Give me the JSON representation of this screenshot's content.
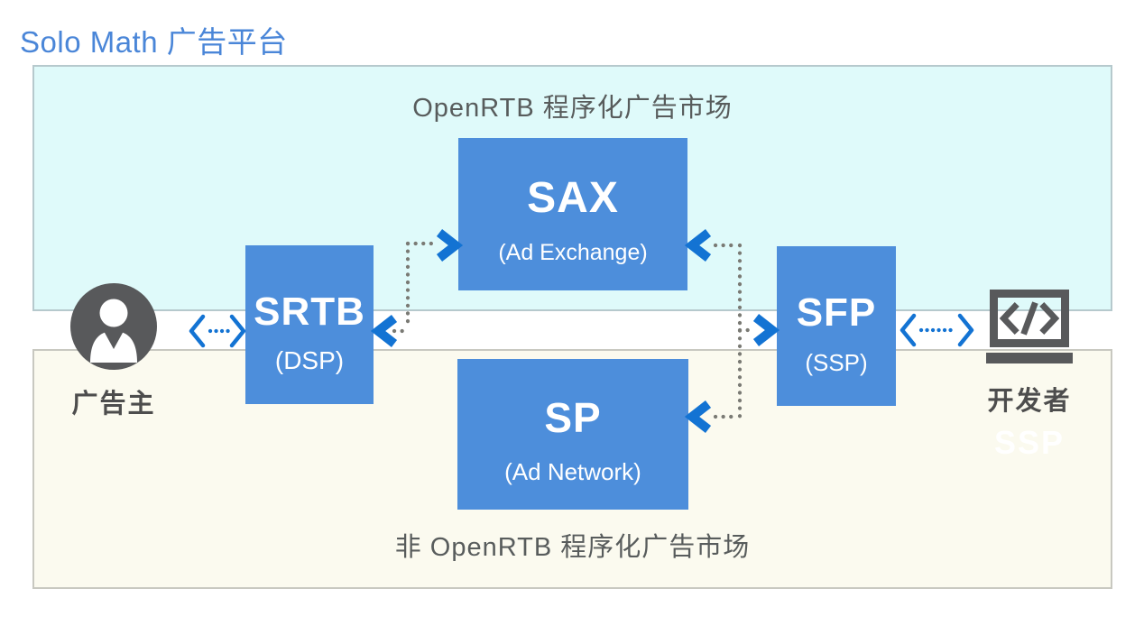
{
  "title": "Solo Math 广告平台",
  "regions": {
    "openrtb": {
      "label": "OpenRTB 程序化广告市场",
      "fill": "#dffafa",
      "border": "#b6c9cd"
    },
    "non_openrtb": {
      "label": "非 OpenRTB 程序化广告市场",
      "fill": "#fbfaef",
      "border": "#c8c8c0"
    }
  },
  "nodes": {
    "sax": {
      "name": "SAX",
      "subtitle": "(Ad Exchange)"
    },
    "srtb": {
      "name": "SRTB",
      "subtitle": "(DSP)"
    },
    "sfp": {
      "name": "SFP",
      "subtitle": "(SSP)"
    },
    "sp": {
      "name": "SP",
      "subtitle": "(Ad Network)"
    }
  },
  "actors": {
    "advertiser": {
      "label": "广告主",
      "icon": "person-icon"
    },
    "developer": {
      "label": "开发者",
      "ghost_label": "SSP",
      "icon": "code-laptop-icon"
    }
  },
  "connectors": [
    {
      "name": "advertiser-srtb",
      "style": "double-headed-dotted",
      "color": "#1373d3"
    },
    {
      "name": "srtb-sax",
      "style": "elbow-dotted-two-way",
      "dot_color": "#7a7a74",
      "arrow_color": "#1373d3"
    },
    {
      "name": "sax-sfp-sp",
      "style": "elbow-dotted-multi",
      "dot_color": "#7a7a74",
      "arrow_color": "#1373d3"
    },
    {
      "name": "sfp-developer",
      "style": "double-headed-dotted",
      "color": "#1373d3"
    }
  ],
  "colors": {
    "title_blue": "#4a86d8",
    "node_blue": "#4d8edb",
    "arrow_blue": "#1373d3",
    "dot_gray": "#7a7a74",
    "icon_gray": "#58595b",
    "label_gray": "#585c5c"
  }
}
